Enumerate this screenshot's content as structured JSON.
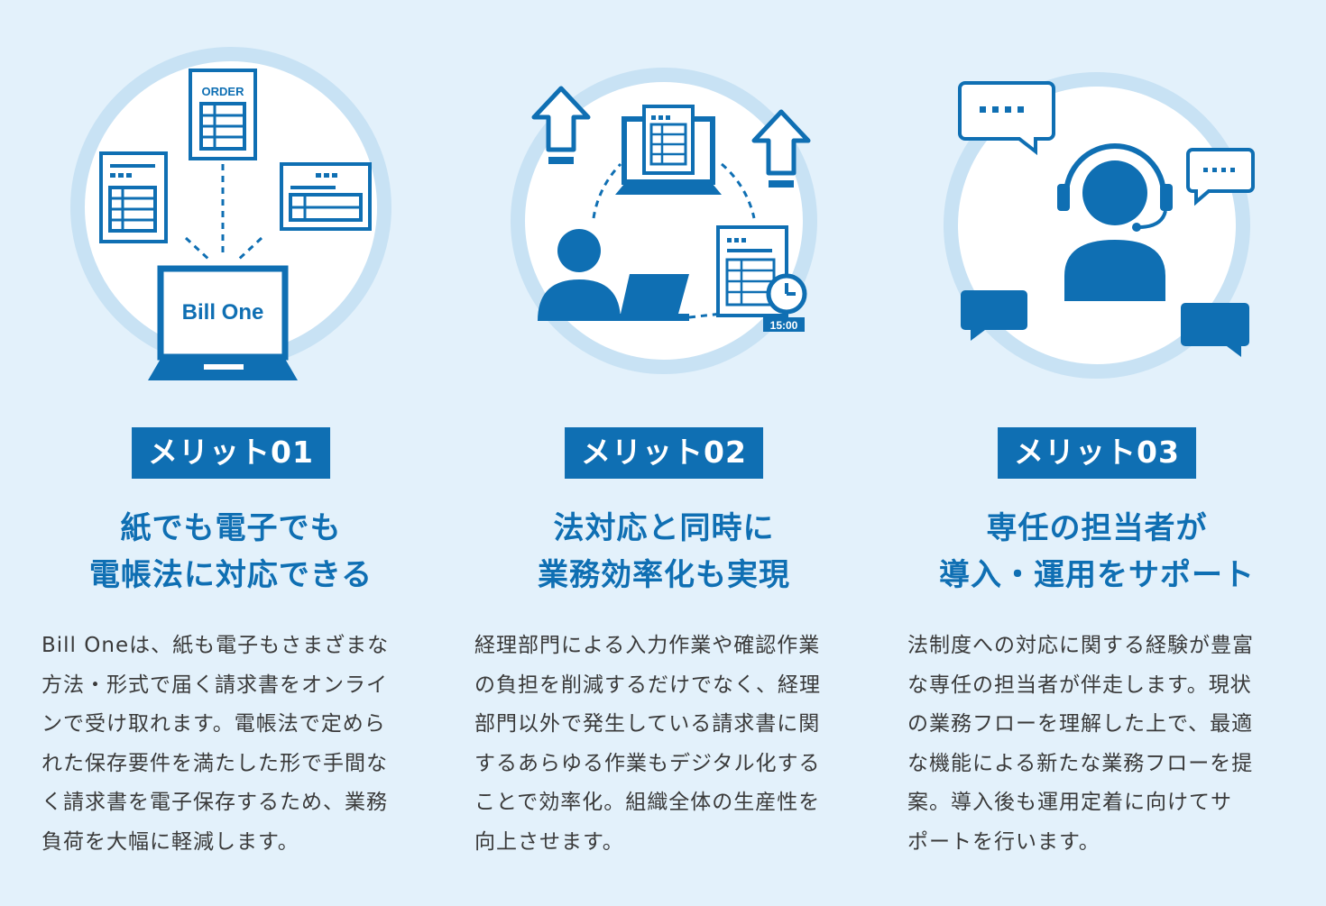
{
  "colors": {
    "background": "#e3f1fb",
    "accent": "#0f6fb3",
    "circle": "#ffffff",
    "ring": "#c8e2f4",
    "text": "#3a3a3a"
  },
  "merits": [
    {
      "badge": "メリット01",
      "heading": [
        "紙でも電子でも",
        "電帳法に対応できる"
      ],
      "body": [
        "Bill Oneは、紙も電子もさまざまな",
        "方法・形式で届く請求書をオンライ",
        "ンで受け取れます。電帳法で定めら",
        "れた保存要件を満たした形で手間な",
        "く請求書を電子保存するため、業務",
        "負荷を大幅に軽減します。"
      ],
      "illustration": {
        "doc_label": "ORDER",
        "laptop_logo": "Bill One",
        "icons": [
          "order-document-icon",
          "invoice-document-icon",
          "laptop-icon"
        ]
      }
    },
    {
      "badge": "メリット02",
      "heading": [
        "法対応と同時に",
        "業務効率化も実現"
      ],
      "body": [
        "経理部門による入力作業や確認作業",
        "の負担を削減するだけでなく、経理",
        "部門以外で発生している請求書に関",
        "するあらゆる作業もデジタル化する",
        "ことで効率化。組織全体の生産性を",
        "向上させます。"
      ],
      "illustration": {
        "clock_label": "15:00",
        "icons": [
          "upload-arrow-icon",
          "person-icon",
          "laptop-icon",
          "document-clock-icon"
        ]
      }
    },
    {
      "badge": "メリット03",
      "heading": [
        "専任の担当者が",
        "導入・運用をサポート"
      ],
      "body": [
        "法制度への対応に関する経験が豊富",
        "な専任の担当者が伴走します。現状",
        "の業務フローを理解した上で、最適",
        "な機能による新たな業務フローを提",
        "案。導入後も運用定着に向けてサ",
        "ポートを行います。"
      ],
      "illustration": {
        "icons": [
          "headset-operator-icon",
          "speech-bubble-icon"
        ]
      }
    }
  ]
}
